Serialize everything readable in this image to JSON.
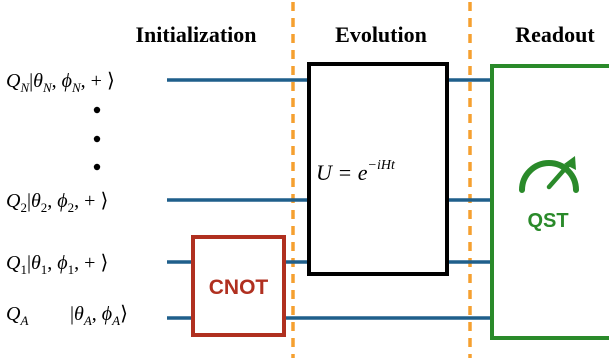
{
  "stages": {
    "initialization": "Initialization",
    "evolution": "Evolution",
    "readout": "Readout"
  },
  "qubits": [
    {
      "name": "Q",
      "sub": "N",
      "theta": "θ",
      "theta_sub": "N",
      "phi": "ϕ",
      "phi_sub": "N",
      "plus": "+"
    },
    {
      "name": "Q",
      "sub": "2",
      "theta": "θ",
      "theta_sub": "2",
      "phi": "ϕ",
      "phi_sub": "2",
      "plus": "+"
    },
    {
      "name": "Q",
      "sub": "1",
      "theta": "θ",
      "theta_sub": "1",
      "phi": "ϕ",
      "phi_sub": "1",
      "plus": "+"
    },
    {
      "name": "Q",
      "sub": "A",
      "theta": "θ",
      "theta_sub": "A",
      "phi": "ϕ",
      "phi_sub": "A"
    }
  ],
  "gates": {
    "cnot": "CNOT",
    "evolution_lhs": "U = e",
    "evolution_exp": "−iHt",
    "qst": "QST"
  },
  "colors": {
    "wire": "#1f5f8b",
    "divider": "#f5a030",
    "cnot": "#b03020",
    "qst": "#2a8a2a",
    "box": "#000000"
  }
}
